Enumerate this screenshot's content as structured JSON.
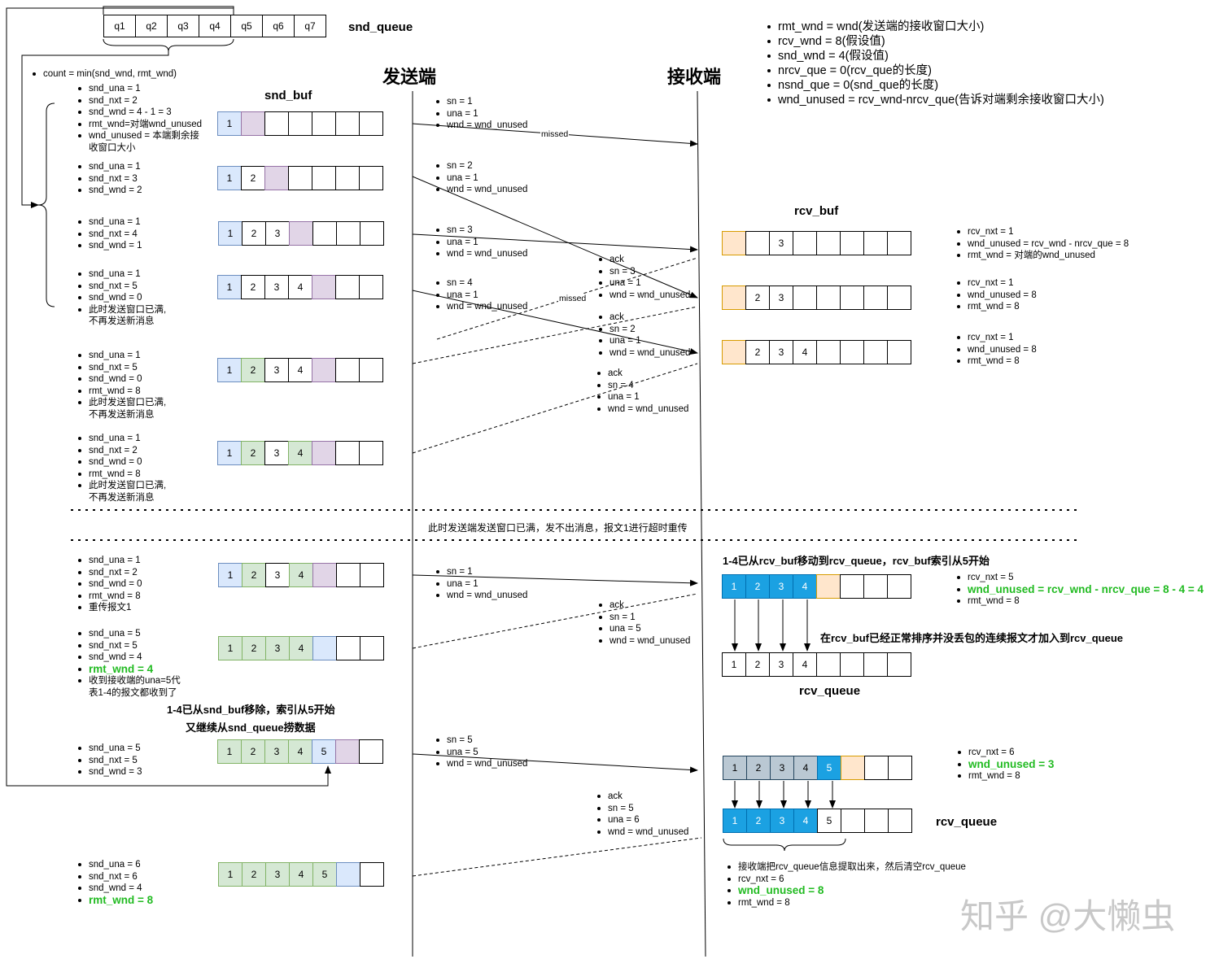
{
  "headers": {
    "sender": "发送端",
    "receiver": "接收端"
  },
  "snd_queue": {
    "title": "snd_queue",
    "cells": [
      "q1",
      "q2",
      "q3",
      "q4",
      "q5",
      "q6",
      "q7"
    ]
  },
  "snd_buf_title": "snd_buf",
  "rcv_buf_title": "rcv_buf",
  "rcv_queue_title": "rcv_queue",
  "count_note": "count = min(snd_wnd, rmt_wnd)",
  "defs": [
    "rmt_wnd = wnd(发送端的接收窗口大小)",
    "rcv_wnd = 8(假设值)",
    "snd_wnd = 4(假设值)",
    "nrcv_que = 0(rcv_que的长度)",
    "nsnd_que = 0(snd_que的长度)",
    "wnd_unused = rcv_wnd-nrcv_que(告诉对端剩余接收窗口大小)"
  ],
  "colors": {
    "blue_light": "#dae8fc",
    "purple_light": "#e1d5e7",
    "green_light": "#d5e8d4",
    "orange_light": "#ffe6cc",
    "blue_strong": "#1ba1e2",
    "gray_blue": "#bac8d3",
    "green_text": "#22bb22"
  },
  "sender_states": [
    {
      "lines": [
        "snd_una = 1",
        "snd_nxt = 2",
        "snd_wnd = 4 - 1 = 3",
        "rmt_wnd=对端wnd_unused",
        "wnd_unused = 本端剩余接",
        "收窗口大小"
      ]
    },
    {
      "lines": [
        "snd_una = 1",
        "snd_nxt = 3",
        "snd_wnd = 2"
      ]
    },
    {
      "lines": [
        "snd_una = 1",
        "snd_nxt = 4",
        "snd_wnd = 1"
      ]
    },
    {
      "lines": [
        "snd_una = 1",
        "snd_nxt = 5",
        "snd_wnd = 0",
        "此时发送窗口已满,",
        "不再发送新消息"
      ]
    },
    {
      "lines": [
        "snd_una = 1",
        "snd_nxt = 5",
        "snd_wnd = 0",
        "rmt_wnd = 8",
        "此时发送窗口已满,",
        "不再发送新消息"
      ]
    },
    {
      "lines": [
        "snd_una = 1",
        "snd_nxt = 2",
        "snd_wnd = 0",
        "rmt_wnd = 8",
        "此时发送窗口已满,",
        "不再发送新消息"
      ]
    },
    {
      "lines": [
        "snd_una = 1",
        "snd_nxt = 2",
        "snd_wnd = 0",
        "rmt_wnd = 8",
        "重传报文1"
      ]
    },
    {
      "lines": [
        "snd_una = 5",
        "snd_nxt = 5",
        "snd_wnd = 4",
        "rmt_wnd = 4",
        "收到接收端的una=5代",
        "表1-4的报文都收到了"
      ]
    },
    {
      "lines": [
        "snd_una = 5",
        "snd_nxt = 5",
        "snd_wnd = 3"
      ]
    },
    {
      "lines": [
        "snd_una = 6",
        "snd_nxt = 6",
        "snd_wnd = 4",
        "rmt_wnd = 8"
      ]
    }
  ],
  "send_msgs": [
    [
      "sn = 1",
      "una = 1",
      "wnd = wnd_unused"
    ],
    [
      "sn = 2",
      "una = 1",
      "wnd = wnd_unused"
    ],
    [
      "sn = 3",
      "una = 1",
      "wnd = wnd_unused"
    ],
    [
      "sn = 4",
      "una = 1",
      "wnd = wnd_unused"
    ],
    [
      "sn = 1",
      "una = 1",
      "wnd = wnd_unused"
    ],
    [
      "sn = 5",
      "una = 5",
      "wnd = wnd_unused"
    ]
  ],
  "ack_msgs": [
    [
      "ack",
      "sn = 3",
      "una = 1",
      "wnd = wnd_unused"
    ],
    [
      "ack",
      "sn = 2",
      "una = 1",
      "wnd = wnd_unused"
    ],
    [
      "ack",
      "sn = 4",
      "una = 1",
      "wnd = wnd_unused"
    ],
    [
      "ack",
      "sn = 1",
      "una = 5",
      "wnd = wnd_unused"
    ],
    [
      "ack",
      "sn = 5",
      "una = 6",
      "wnd = wnd_unused"
    ]
  ],
  "missed_label": "missed",
  "rcv_states": [
    [
      "rcv_nxt = 1",
      "wnd_unused = rcv_wnd - nrcv_que = 8",
      "rmt_wnd = 对端的wnd_unused"
    ],
    [
      "rcv_nxt = 1",
      "wnd_unused = 8",
      "rmt_wnd = 8"
    ],
    [
      "rcv_nxt = 1",
      "wnd_unused = 8",
      "rmt_wnd = 8"
    ],
    [
      "rcv_nxt = 5",
      "wnd_unused = rcv_wnd - nrcv_que = 8 - 4 = 4",
      "rmt_wnd = 8"
    ],
    [
      "rcv_nxt = 6",
      "wnd_unused = 3",
      "rmt_wnd = 8"
    ],
    [
      "接收端把rcv_queue信息提取出来，然后清空rcv_queue",
      "rcv_nxt = 6",
      "wnd_unused = 8",
      "rmt_wnd = 8"
    ]
  ],
  "notes": {
    "timeout": "此时发送端发送窗口已满，发不出消息，报文1进行超时重传",
    "moved_rcv": "1-4已从rcv_buf移动到rcv_queue，rcv_buf索引从5开始",
    "in_order": "在rcv_buf已经正常排序并没丢包的连续报文才加入到rcv_queue",
    "removed_snd": "1-4已从snd_buf移除，索引从5开始",
    "continue_snd": "又继续从snd_queue捞数据"
  },
  "watermark": "知乎 @大懒虫"
}
